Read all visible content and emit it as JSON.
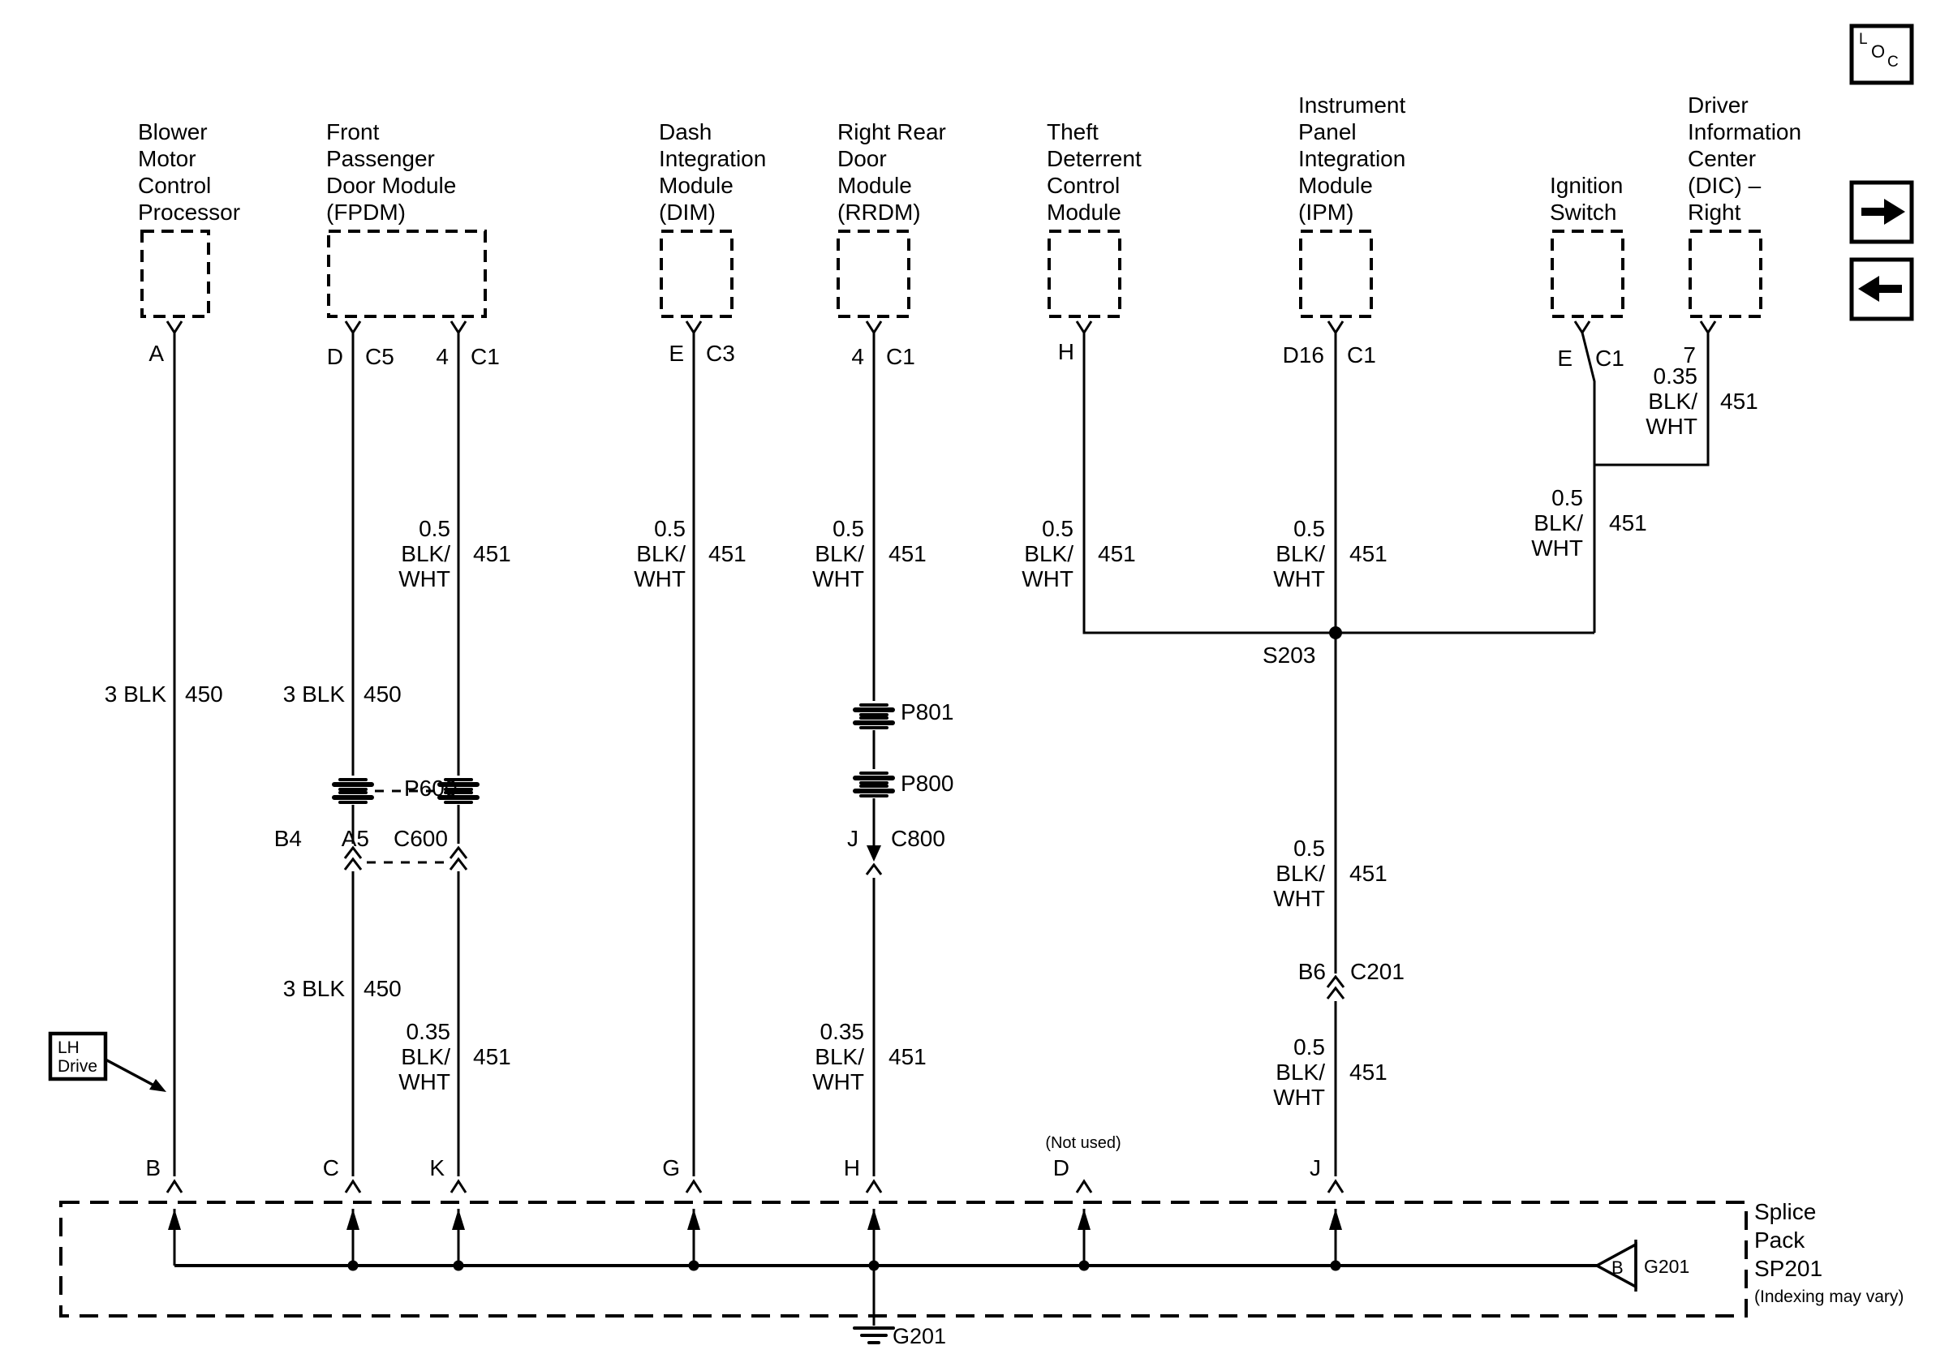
{
  "loc": {
    "l": "L",
    "o": "O",
    "c": "C"
  },
  "modules": {
    "blower": {
      "lines": [
        "Blower",
        "Motor",
        "Control",
        "Processor"
      ]
    },
    "fpdm": {
      "lines": [
        "Front",
        "Passenger",
        "Door Module",
        "(FPDM)"
      ]
    },
    "dim": {
      "lines": [
        "Dash",
        "Integration",
        "Module",
        "(DIM)"
      ]
    },
    "rrdm": {
      "lines": [
        "Right Rear",
        "Door",
        "Module",
        "(RRDM)"
      ]
    },
    "theft": {
      "lines": [
        "Theft",
        "Deterrent",
        "Control",
        "Module"
      ]
    },
    "ipm": {
      "lines": [
        "Instrument",
        "Panel",
        "Integration",
        "Module",
        "(IPM)"
      ]
    },
    "ignition": {
      "lines": [
        "Ignition",
        "Switch"
      ]
    },
    "dic": {
      "lines": [
        "Driver",
        "Information",
        "Center",
        "(DIC) –",
        "Right"
      ]
    }
  },
  "pins": {
    "blower_a": "A",
    "fpdm_d": "D",
    "fpdm_c5": "C5",
    "fpdm_4": "4",
    "fpdm_c1": "C1",
    "dim_e": "E",
    "dim_c3": "C3",
    "rrdm_4": "4",
    "rrdm_c1": "C1",
    "theft_h": "H",
    "ipm_d16": "D16",
    "ipm_c1": "C1",
    "ign_e": "E",
    "ign_c1": "C1",
    "dic_7": "7"
  },
  "wire_labels": {
    "blower_450": {
      "gauge": "3 BLK",
      "circuit": "450"
    },
    "fpdm1_450_upper": {
      "gauge": "3 BLK",
      "circuit": "450"
    },
    "fpdm1_450_lower": {
      "gauge": "3 BLK",
      "circuit": "450"
    },
    "fpdm2_451_upper": {
      "l1": "0.5",
      "l2": "BLK/",
      "l3": "WHT",
      "circuit": "451"
    },
    "fpdm2_451_lower": {
      "l1": "0.35",
      "l2": "BLK/",
      "l3": "WHT",
      "circuit": "451"
    },
    "dim_451": {
      "l1": "0.5",
      "l2": "BLK/",
      "l3": "WHT",
      "circuit": "451"
    },
    "rrdm_451_upper": {
      "l1": "0.5",
      "l2": "BLK/",
      "l3": "WHT",
      "circuit": "451"
    },
    "rrdm_451_lower": {
      "l1": "0.35",
      "l2": "BLK/",
      "l3": "WHT",
      "circuit": "451"
    },
    "theft_451": {
      "l1": "0.5",
      "l2": "BLK/",
      "l3": "WHT",
      "circuit": "451"
    },
    "ipm_451_upper": {
      "l1": "0.5",
      "l2": "BLK/",
      "l3": "WHT",
      "circuit": "451"
    },
    "ipm_451_mid": {
      "l1": "0.5",
      "l2": "BLK/",
      "l3": "WHT",
      "circuit": "451"
    },
    "ipm_451_lower": {
      "l1": "0.5",
      "l2": "BLK/",
      "l3": "WHT",
      "circuit": "451"
    },
    "ign_451": {
      "l1": "0.5",
      "l2": "BLK/",
      "l3": "WHT",
      "circuit": "451"
    },
    "dic_451": {
      "l1": "0.35",
      "l2": "BLK/",
      "l3": "WHT",
      "circuit": "451"
    }
  },
  "connectors": {
    "p600": "P600",
    "c600": {
      "left": "B4",
      "mid": "A5",
      "right": "C600"
    },
    "p801": "P801",
    "p800": "P800",
    "c800": {
      "left": "J",
      "right": "C800"
    },
    "s203": "S203",
    "c201": {
      "left": "B6",
      "right": "C201"
    }
  },
  "terminals": {
    "b": "B",
    "c": "C",
    "k": "K",
    "g": "G",
    "h": "H",
    "d": "D",
    "j": "J",
    "not_used": "(Not used)"
  },
  "splice_pack": {
    "lines": [
      "Splice",
      "Pack",
      "SP201"
    ],
    "note": "(Indexing may vary)",
    "tri_letter": "B",
    "tri_label": "G201"
  },
  "ground": {
    "label": "G201"
  },
  "lh_drive": {
    "lines": [
      "LH",
      "Drive"
    ]
  }
}
